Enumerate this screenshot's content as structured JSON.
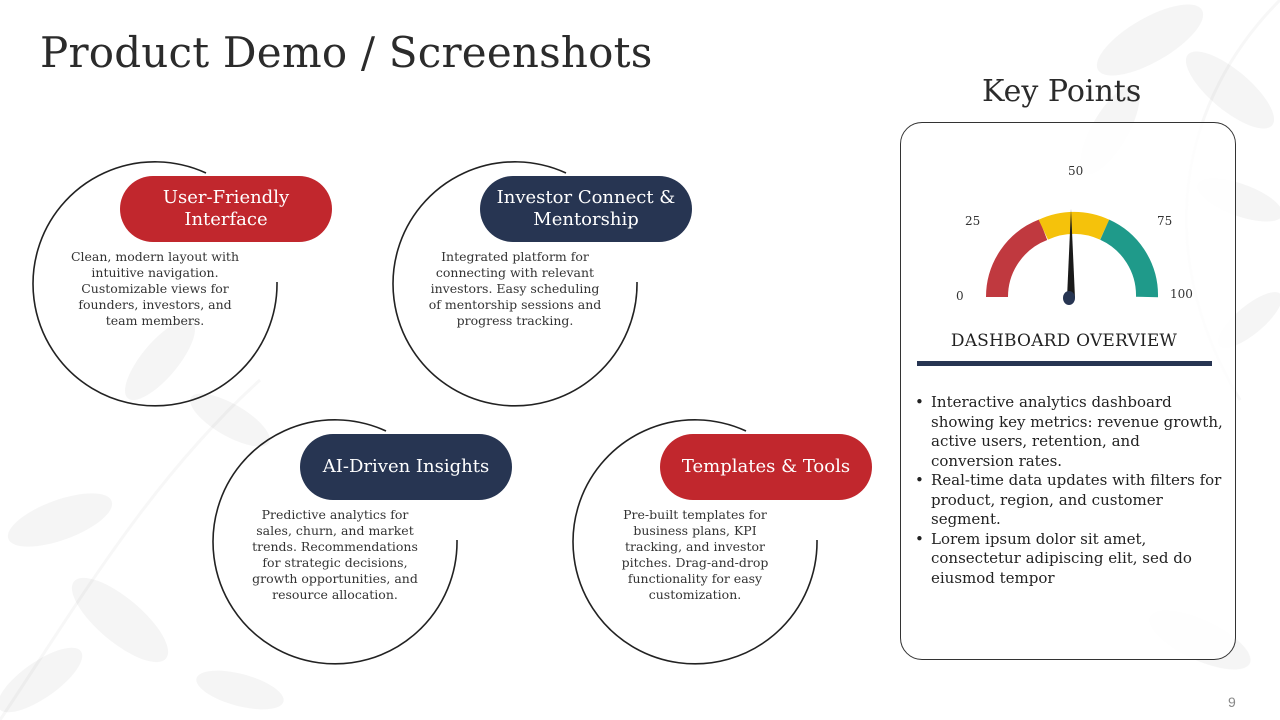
{
  "slide": {
    "title": "Product Demo / Screenshots",
    "page_number": "9"
  },
  "features": [
    {
      "title": "User-Friendly Interface",
      "color": "#c1272d",
      "description": "Clean, modern layout with intuitive navigation. Customizable views for founders, investors, and team members."
    },
    {
      "title": "Investor Connect & Mentorship",
      "color": "#273552",
      "description": "Integrated platform for connecting with relevant investors. Easy scheduling of mentorship sessions and progress tracking."
    },
    {
      "title": "AI-Driven Insights",
      "color": "#273552",
      "description": "Predictive analytics for sales, churn, and market trends. Recommendations for strategic decisions, growth opportunities, and resource allocation."
    },
    {
      "title": "Templates & Tools",
      "color": "#c1272d",
      "description": "Pre-built templates for business plans, KPI tracking, and investor pitches. Drag-and-drop functionality for easy customization."
    }
  ],
  "key_points": {
    "heading": "Key Points",
    "gauge": {
      "labels": [
        "0",
        "25",
        "50",
        "75",
        "100"
      ],
      "value": 50,
      "segment_colors": [
        "#c0393f",
        "#f5c20b",
        "#1f9a8a"
      ],
      "needle_color": "#1a1a1a",
      "pivot_color": "#273552"
    },
    "section_title": "DASHBOARD OVERVIEW",
    "bullets": [
      "Interactive analytics dashboard showing key metrics: revenue growth, active users, retention, and conversion rates.",
      "Real-time data updates with filters for product, region, and customer segment.",
      "Lorem ipsum dolor sit amet, consectetur adipiscing elit, sed do eiusmod tempor"
    ]
  }
}
